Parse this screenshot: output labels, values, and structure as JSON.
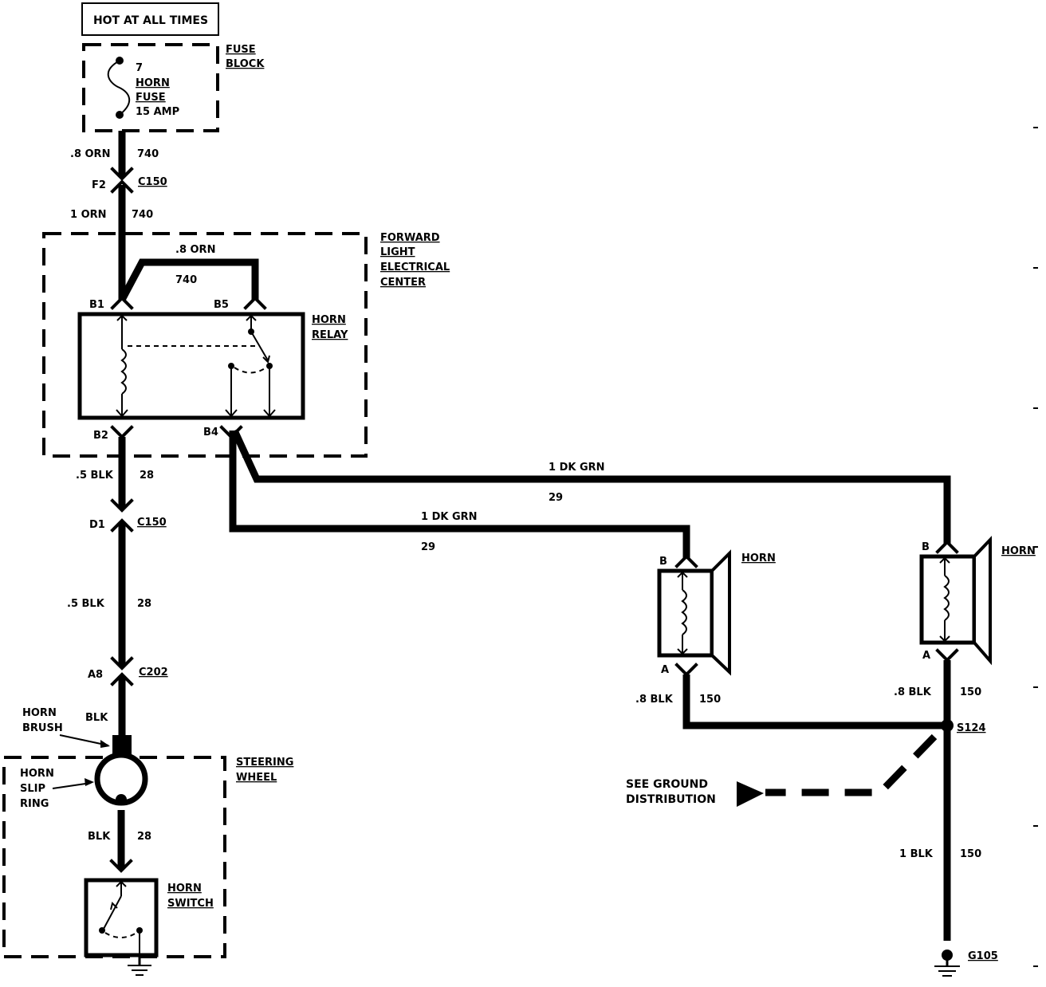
{
  "power_source": {
    "label": "HOT AT ALL TIMES"
  },
  "fuse_block": {
    "title": [
      "FUSE",
      "BLOCK"
    ],
    "fuse_number": "7",
    "fuse_name": [
      "HORN",
      "FUSE"
    ],
    "fuse_rating": "15 AMP"
  },
  "wire_fuse_to_c150": {
    "gauge_color": ".8 ORN",
    "circuit": "740"
  },
  "connector_c150_top": {
    "pin": "F2",
    "name": "C150"
  },
  "wire_c150_to_flec": {
    "gauge_color": "1 ORN",
    "circuit": "740"
  },
  "flec": {
    "title": [
      "FORWARD",
      "LIGHT",
      "ELECTRICAL",
      "CENTER"
    ],
    "jumper_wire": {
      "gauge_color": ".8 ORN",
      "circuit": "740"
    },
    "relay": {
      "name": [
        "HORN",
        "RELAY"
      ],
      "pins": {
        "b1": "B1",
        "b5": "B5",
        "b2": "B2",
        "b4": "B4"
      }
    }
  },
  "wire_b2_to_c150": {
    "gauge_color": ".5 BLK",
    "circuit": "28"
  },
  "connector_c150_bottom": {
    "pin": "D1",
    "name": "C150"
  },
  "wire_c150_to_c202": {
    "gauge_color": ".5 BLK",
    "circuit": "28"
  },
  "connector_c202": {
    "pin": "A8",
    "name": "C202"
  },
  "horn_brush": {
    "label": [
      "HORN",
      "BRUSH"
    ],
    "wire_color": "BLK"
  },
  "steering_wheel": {
    "title": [
      "STEERING",
      "WHEEL"
    ],
    "slip_ring": [
      "HORN",
      "SLIP",
      "RING"
    ],
    "wire": {
      "gauge_color": "BLK",
      "circuit": "28"
    },
    "switch": [
      "HORN",
      "SWITCH"
    ]
  },
  "wire_b4_to_right_horn": {
    "gauge_color": "1 DK GRN",
    "circuit": "29"
  },
  "wire_b4_to_left_horn": {
    "gauge_color": "1 DK GRN",
    "circuit": "29"
  },
  "horn_left": {
    "label": "HORN",
    "pin_b": "B",
    "pin_a": "A",
    "ground_wire": {
      "gauge_color": ".8 BLK",
      "circuit": "150"
    }
  },
  "horn_right": {
    "label": "HORN",
    "pin_b": "B",
    "pin_a": "A",
    "ground_wire": {
      "gauge_color": ".8 BLK",
      "circuit": "150"
    }
  },
  "splice": {
    "name": "S124"
  },
  "ground_note": [
    "SEE GROUND",
    "DISTRIBUTION"
  ],
  "wire_splice_to_ground": {
    "gauge_color": "1 BLK",
    "circuit": "150"
  },
  "ground": {
    "name": "G105"
  }
}
